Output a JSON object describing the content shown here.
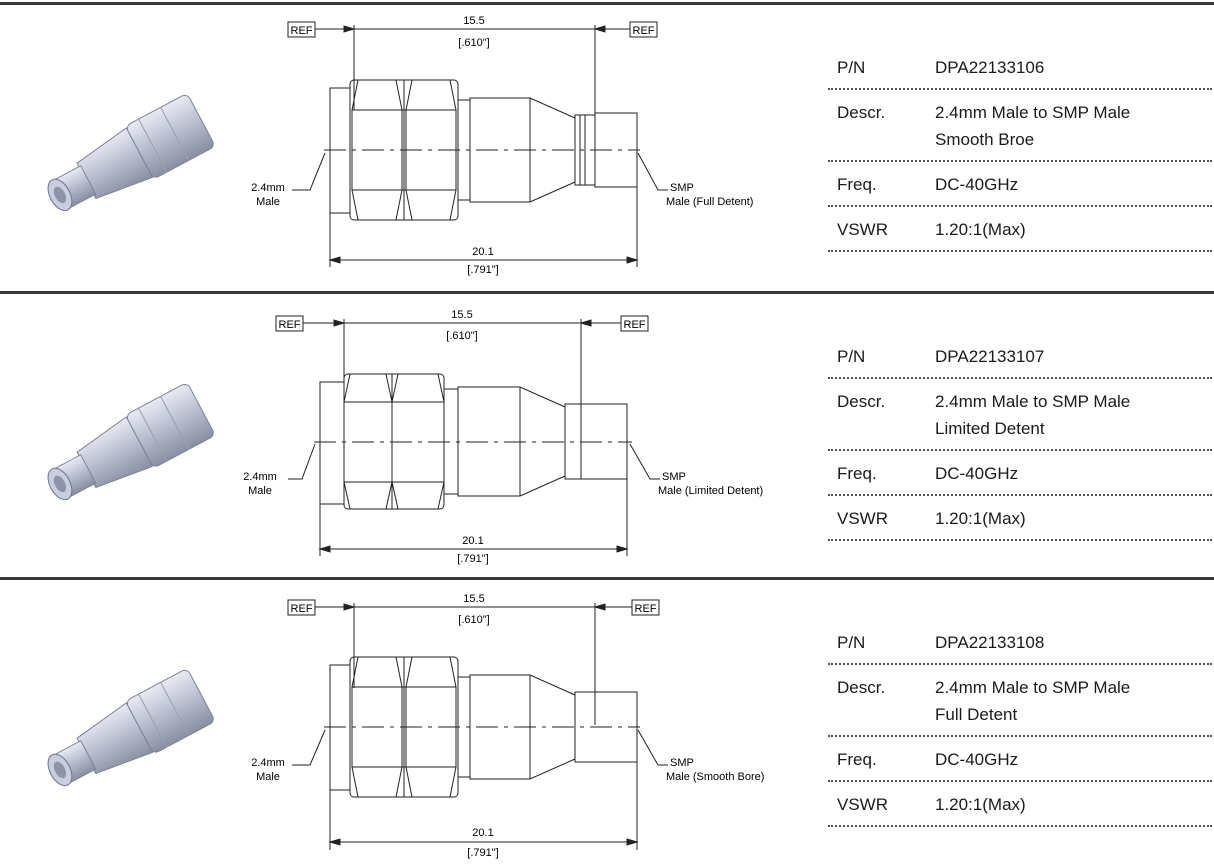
{
  "common": {
    "ref_label": "REF",
    "ref_dim": {
      "mm": "15.5",
      "inch": "[.610\"]"
    },
    "overall_dim": {
      "mm": "20.1",
      "inch": "[.791\"]"
    },
    "left_label_line1": "2.4mm",
    "left_label_line2": "Male",
    "smp_label": "SMP"
  },
  "products": [
    {
      "right_label": "Male (Full Detent)",
      "specs": [
        {
          "key": "P/N",
          "value": "DPA22133106"
        },
        {
          "key": "Descr.",
          "value": "2.4mm Male to SMP Male",
          "value2": "Smooth Broe"
        },
        {
          "key": "Freq.",
          "value": "DC-40GHz"
        },
        {
          "key": "VSWR",
          "value": "1.20:1(Max)"
        }
      ]
    },
    {
      "right_label": "Male (Limited Detent)",
      "specs": [
        {
          "key": "P/N",
          "value": "DPA22133107"
        },
        {
          "key": "Descr.",
          "value": "2.4mm Male to SMP Male",
          "value2": "Limited Detent"
        },
        {
          "key": "Freq.",
          "value": "DC-40GHz"
        },
        {
          "key": "VSWR",
          "value": "1.20:1(Max)"
        }
      ]
    },
    {
      "right_label": "Male (Smooth Bore)",
      "specs": [
        {
          "key": "P/N",
          "value": "DPA22133108"
        },
        {
          "key": "Descr.",
          "value": "2.4mm Male to SMP Male",
          "value2": "Full Detent"
        },
        {
          "key": "Freq.",
          "value": "DC-40GHz"
        },
        {
          "key": "VSWR",
          "value": "1.20:1(Max)"
        }
      ]
    }
  ]
}
